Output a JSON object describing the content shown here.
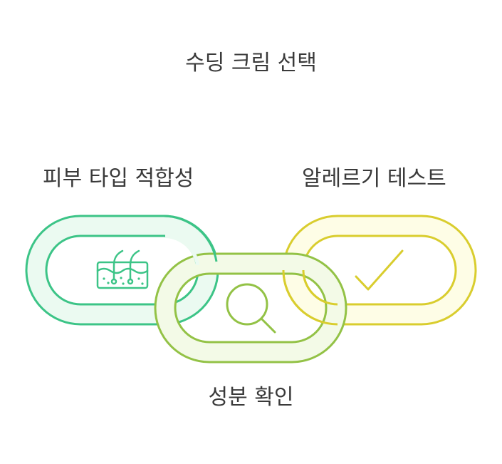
{
  "title": "수딩 크림 선택",
  "links": [
    {
      "label": "피부 타입 적합성",
      "icon": "skin-hair-icon",
      "color": "#3cc487",
      "fill": "#ebfaf1"
    },
    {
      "label": "성분 확인",
      "icon": "magnifier-icon",
      "color": "#93c246",
      "fill": "#f3fae7"
    },
    {
      "label": "알레르기 테스트",
      "icon": "checkmark-icon",
      "color": "#d9cd2e",
      "fill": "#fefde6"
    }
  ]
}
